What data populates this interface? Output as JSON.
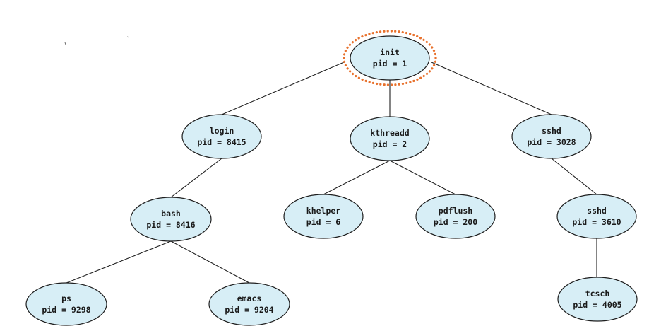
{
  "colors": {
    "node_fill": "#d7eef6",
    "node_stroke": "#1f1f1f",
    "highlight": "#e8722e"
  },
  "tree": {
    "highlighted_node": "init",
    "nodes": [
      {
        "id": "init",
        "name": "init",
        "pid": "pid = 1"
      },
      {
        "id": "login",
        "name": "login",
        "pid": "pid = 8415"
      },
      {
        "id": "kthreadd",
        "name": "kthreadd",
        "pid": "pid = 2"
      },
      {
        "id": "sshd1",
        "name": "sshd",
        "pid": "pid = 3028"
      },
      {
        "id": "bash",
        "name": "bash",
        "pid": "pid = 8416"
      },
      {
        "id": "khelper",
        "name": "khelper",
        "pid": "pid = 6"
      },
      {
        "id": "pdflush",
        "name": "pdflush",
        "pid": "pid = 200"
      },
      {
        "id": "sshd2",
        "name": "sshd",
        "pid": "pid = 3610"
      },
      {
        "id": "ps",
        "name": "ps",
        "pid": "pid = 9298"
      },
      {
        "id": "emacs",
        "name": "emacs",
        "pid": "pid = 9204"
      },
      {
        "id": "tcsch",
        "name": "tcsch",
        "pid": "pid = 4005"
      }
    ],
    "edges": [
      [
        "init",
        "login"
      ],
      [
        "init",
        "kthreadd"
      ],
      [
        "init",
        "sshd1"
      ],
      [
        "login",
        "bash"
      ],
      [
        "kthreadd",
        "khelper"
      ],
      [
        "kthreadd",
        "pdflush"
      ],
      [
        "sshd1",
        "sshd2"
      ],
      [
        "bash",
        "ps"
      ],
      [
        "bash",
        "emacs"
      ],
      [
        "sshd2",
        "tcsch"
      ]
    ]
  }
}
